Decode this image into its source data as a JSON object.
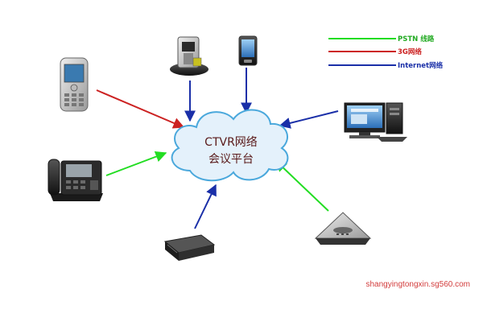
{
  "center": {
    "line1": "CTVR网络",
    "line2": "会议平台"
  },
  "legend": [
    {
      "label": "PSTN 线路",
      "color": "#22dd22"
    },
    {
      "label": "3G网络",
      "color": "#cc2222"
    },
    {
      "label": "Internet网络",
      "color": "#1a2fa8"
    }
  ],
  "devices": [
    {
      "name": "mobile-phone",
      "link": "3G网络"
    },
    {
      "name": "desk-dock-phone",
      "link": "Internet网络"
    },
    {
      "name": "pda-phone",
      "link": "Internet网络"
    },
    {
      "name": "desktop-computer",
      "link": "Internet网络"
    },
    {
      "name": "ip-desk-phone",
      "link": "PSTN 线路"
    },
    {
      "name": "network-box",
      "link": "Internet网络"
    },
    {
      "name": "conference-phone",
      "link": "PSTN 线路"
    }
  ],
  "colors": {
    "cloud_fill": "#e4f1fb",
    "cloud_stroke": "#4aa8dc",
    "center_text": "#5a1a1a",
    "watermark": "#d23c3c"
  },
  "watermark": "shangyingtongxin.sg560.com"
}
